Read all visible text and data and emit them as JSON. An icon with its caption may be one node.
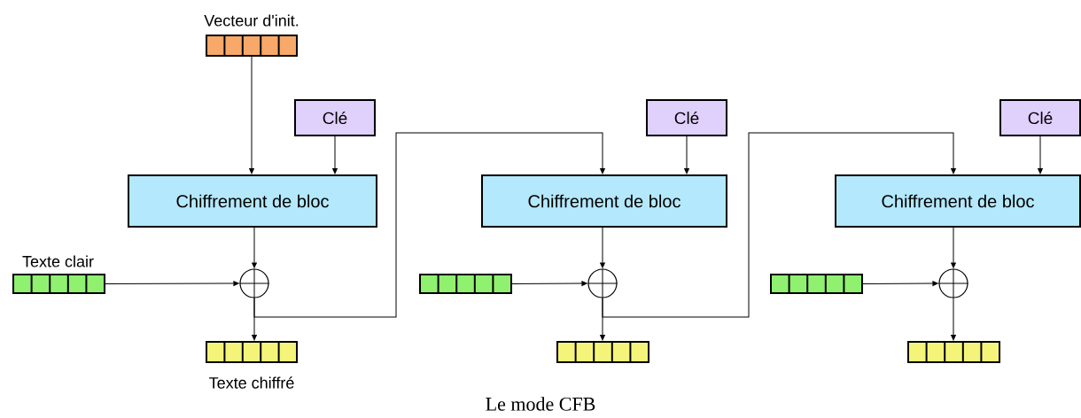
{
  "diagram": {
    "caption": "Le mode CFB",
    "nodes": [
      {
        "text": [
          "Vecteur d'init."
        ]
      },
      {
        "text": [
          "Clé"
        ]
      },
      {
        "text": [
          "Chiffrement de bloc"
        ]
      },
      {
        "text": [
          "Texte clair"
        ]
      },
      {
        "text": [],
        "shape": "circle"
      },
      {
        "text": [
          "Texte chiffré"
        ]
      },
      {
        "text": [
          "Clé"
        ]
      },
      {
        "text": [
          "Chiffrement de bloc"
        ]
      },
      {
        "text": [],
        "shape": "bar"
      },
      {
        "text": [],
        "shape": "circle"
      },
      {
        "text": [],
        "shape": "bar"
      },
      {
        "text": [
          "Clé"
        ]
      },
      {
        "text": [
          "Chiffrement de bloc"
        ]
      },
      {
        "text": [],
        "shape": "bar"
      },
      {
        "text": [],
        "shape": "circle"
      },
      {
        "text": [],
        "shape": "bar"
      }
    ],
    "edges": [
      {
        "from": 0,
        "to": 2,
        "arrow": "to"
      },
      {
        "from": 1,
        "to": 2,
        "arrow": "to"
      },
      {
        "from": 2,
        "to": 4,
        "arrow": "to"
      },
      {
        "from": 3,
        "to": 4,
        "arrow": "to"
      },
      {
        "from": 4,
        "to": 5,
        "arrow": "to"
      },
      {
        "from": 4,
        "to": 7,
        "arrow": "to"
      },
      {
        "from": 6,
        "to": 7,
        "arrow": "to"
      },
      {
        "from": 7,
        "to": 9,
        "arrow": "to"
      },
      {
        "from": 8,
        "to": 9,
        "arrow": "to"
      },
      {
        "from": 9,
        "to": 10,
        "arrow": "to"
      },
      {
        "from": 9,
        "to": 12,
        "arrow": "to"
      },
      {
        "from": 11,
        "to": 12,
        "arrow": "to"
      },
      {
        "from": 12,
        "to": 14,
        "arrow": "to"
      },
      {
        "from": 13,
        "to": 14,
        "arrow": "to"
      },
      {
        "from": 14,
        "to": 15,
        "arrow": "to"
      }
    ]
  }
}
